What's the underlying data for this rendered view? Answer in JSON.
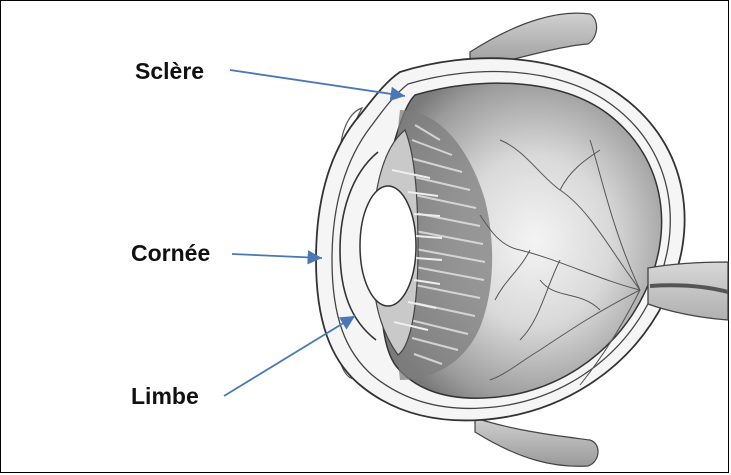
{
  "diagram": {
    "labels": {
      "sclere": "Sclère",
      "cornee": "Cornée",
      "limbe": "Limbe"
    },
    "colors": {
      "arrow": "#4a78b5",
      "eyeball_fill": "#a8a8a8",
      "outline": "#333333"
    }
  }
}
